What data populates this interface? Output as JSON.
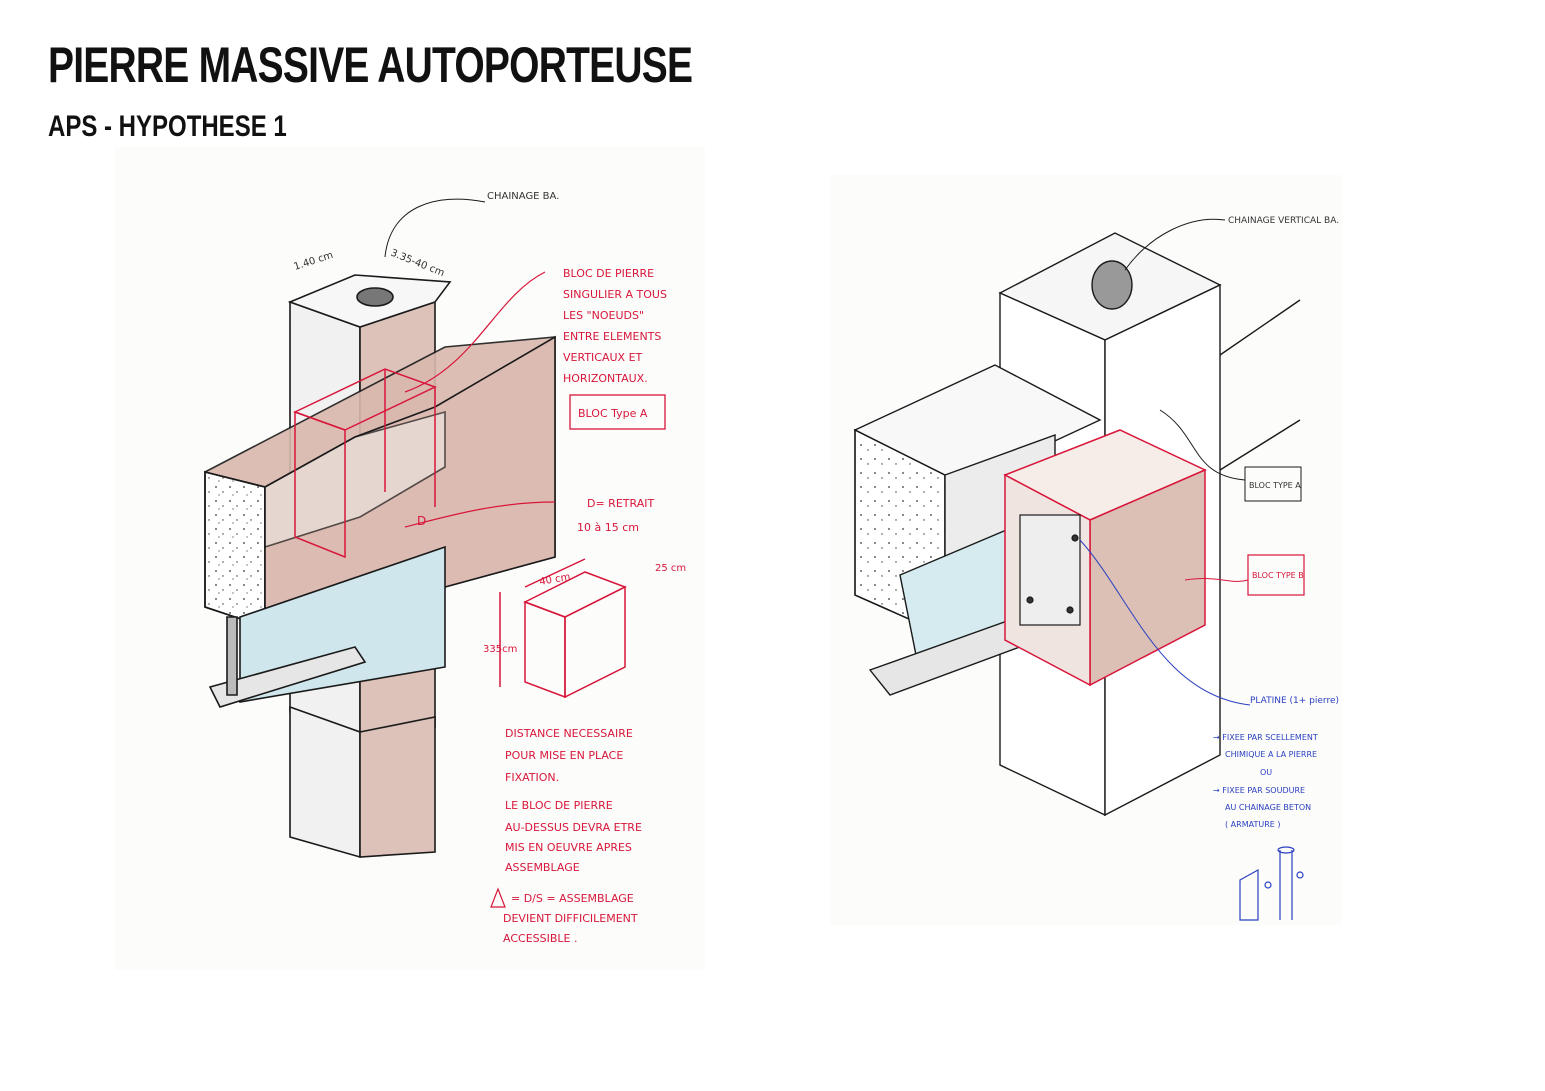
{
  "header": {
    "title": "PIERRE MASSIVE AUTOPORTEUSE",
    "subtitle": "APS - HYPOTHESE 1"
  },
  "colors": {
    "ink": "#1a1a1a",
    "red_annotation": "#d8163a",
    "blue_annotation": "#2a3fc0",
    "stone_shade": "#d9b8ae",
    "steel_shade": "#cfe6ec"
  },
  "sketch_left": {
    "chainage_label": "CHAINAGE BA.",
    "dim_width": "1.40 cm",
    "dim_depth": "3.35-40 cm",
    "bloc_note": [
      "BLOC DE PIERRE",
      "SINGULIER A TOUS",
      "LES \"NOEUDS\"",
      "ENTRE ELEMENTS",
      "VERTICAUX ET",
      "HORIZONTAUX."
    ],
    "bloc_type_a": "BLOC Type A",
    "retrait_label": "D= RETRAIT",
    "retrait_value": "10 à 15 cm",
    "d_marker": "D",
    "block_dim_width": "40 cm",
    "block_dim_depth": "25 cm",
    "block_dim_height": "335cm",
    "distance_note": [
      "DISTANCE NECESSAIRE",
      "POUR MISE EN PLACE",
      "FIXATION."
    ],
    "bloc_dessus_note": [
      "LE BLOC DE PIERRE",
      "AU-DESSUS DEVRA ETRE",
      "MIS EN OEUVRE APRES",
      "ASSEMBLAGE"
    ],
    "warning_note": [
      "= D/S = ASSEMBLAGE",
      "DEVIENT DIFFICILEMENT",
      "ACCESSIBLE ."
    ]
  },
  "sketch_right": {
    "chainage_label": "CHAINAGE VERTICAL BA.",
    "bloc_type_a": "BLOC TYPE A",
    "bloc_type_b": "BLOC TYPE B",
    "platine_label": "PLATINE (1+ pierre)",
    "fixation_notes": [
      "→ FIXEE PAR SCELLEMENT",
      "CHIMIQUE A LA PIERRE",
      "OU",
      "→ FIXEE PAR SOUDURE",
      "AU CHAINAGE BETON",
      "( ARMATURE )"
    ]
  }
}
